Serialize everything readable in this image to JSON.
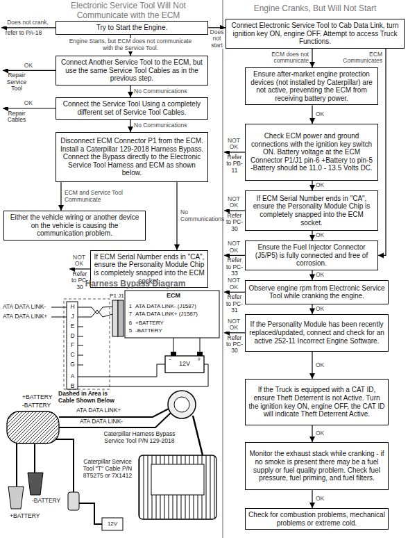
{
  "diagram": {
    "nodes": [
      {
        "text": [
          "Try to Start the Engine."
        ]
      },
      {
        "text": [
          "refer to PA-18"
        ]
      },
      {
        "text": [
          "Connect Another Service Tool to the ECM, but use the same Service Tool Cables as in the previous step."
        ]
      },
      {
        "text": [
          "Repair Service Tool"
        ]
      },
      {
        "text": [
          "Connect the Service Tool Using a completely different set of Service Tool Cables."
        ]
      },
      {
        "text": [
          "Repair Cables"
        ]
      },
      {
        "text": [
          "Disconnect ECM Connector P1 from the ECM. Install a Caterpillar 129-2018 Harness Bypass. Connect the Bypass directly to the Electronic Service Tool Harness and ECM as shown below."
        ]
      },
      {
        "text": [
          "Either the vehicle wiring or another device on the vehicle is causing the communication problem."
        ]
      },
      {
        "text": [
          "If ECM Serial Number ends in \"CA\", ensure the Personality Module Chip is completely snapped into the ECM socket."
        ]
      },
      {
        "text": [
          "Refer to PC-30"
        ]
      },
      {
        "text": [
          "Connect Electronic Service Tool to Cab Data Link, turn ignition key ON, engine OFF. Attempt to access Truck Functions."
        ]
      },
      {
        "text": [
          "Ensure after-market engine protection devices (not installed by Caterpillar) are not active, preventing the ECM from receiving battery power."
        ]
      },
      {
        "text": [
          "Check ECM power and ground connections with the ignition key switch ON. Battery voltage at the ECM Connector P1/J1 pin-6 +Battery to pin-5 -Battery should be 11.0 - 13.5 Volts DC."
        ]
      },
      {
        "text": [
          "Refer to PB-11"
        ]
      },
      {
        "text": [
          "If ECM Serial Number ends in \"CA\", ensure the Personality Module Chip is completely snapped into the ECM socket."
        ]
      },
      {
        "text": [
          "Refer to PC-30"
        ]
      },
      {
        "text": [
          "Ensure the Fuel Injector Connector (J5/P5) is fully connected and free of corrosion."
        ]
      },
      {
        "text": [
          "Refer to PC-33"
        ]
      },
      {
        "text": [
          "Observe engine rpm from Electronic Service Tool while cranking the engine."
        ]
      },
      {
        "text": [
          "Refer to PC-31"
        ]
      },
      {
        "text": [
          "If the Personality Module has been recently replaced/updated, connect and check for an active 252-11 Incorrect Engine Software."
        ]
      },
      {
        "text": [
          "Refer to PC-30"
        ]
      },
      {
        "text": [
          "If the Truck is equipped with a CAT ID, ensure Theft Deterrent is not Active. Turn the ignition key ON, engine OFF, the CAT ID will indicate Theft Deterrent Active."
        ]
      },
      {
        "text": [
          "Monitor the exhaust stack while cranking - if no smoke is present there may be a fuel supply or fuel quality problem. Check fuel pressure, fuel priming, and fuel filters."
        ]
      },
      {
        "text": [
          "Check for combustion problems, mechanical problems or extreme cold."
        ]
      }
    ],
    "edges": [
      {
        "from": 0,
        "to": 1,
        "arrow": "to",
        "label": "Does not crank,"
      },
      {
        "from": 0,
        "to": 10,
        "arrow": "to",
        "label": "Does not start"
      },
      {
        "from": 0,
        "to": 2,
        "arrow": "to",
        "label": "Engine Starts, but ECM does not communicate with the Service Tool."
      },
      {
        "from": 2,
        "to": 3,
        "arrow": "to",
        "label": "OK"
      },
      {
        "from": 2,
        "to": 4,
        "arrow": "to",
        "label": "No Communications"
      },
      {
        "from": 4,
        "to": 5,
        "arrow": "to",
        "label": "OK"
      },
      {
        "from": 4,
        "to": 6,
        "arrow": "to",
        "label": "No Communications"
      },
      {
        "from": 6,
        "to": 7,
        "arrow": "to",
        "label": "ECM and Service Tool Communicate"
      },
      {
        "from": 6,
        "to": 8,
        "arrow": "to",
        "label": "No Communications"
      },
      {
        "from": 8,
        "to": 9,
        "arrow": "to",
        "label": "NOT OK"
      },
      {
        "from": 10,
        "to": 11,
        "arrow": "to",
        "label": "ECM does not communicate"
      },
      {
        "from": 10,
        "to": 16,
        "arrow": "to",
        "label": "ECM Communicates"
      },
      {
        "from": 11,
        "to": 12,
        "arrow": "to",
        "label": "OK"
      },
      {
        "from": 12,
        "to": 13,
        "arrow": "to",
        "label": "NOT OK"
      },
      {
        "from": 12,
        "to": 14,
        "arrow": "to",
        "label": "OK"
      },
      {
        "from": 14,
        "to": 15,
        "arrow": "to",
        "label": "NOT OK"
      },
      {
        "from": 14,
        "to": 16,
        "arrow": "to",
        "label": "OK"
      },
      {
        "from": 16,
        "to": 17,
        "arrow": "to",
        "label": "NOT OK"
      },
      {
        "from": 16,
        "to": 18,
        "arrow": "to",
        "label": "OK"
      },
      {
        "from": 18,
        "to": 19,
        "arrow": "to",
        "label": "NOT OK"
      },
      {
        "from": 18,
        "to": 20,
        "arrow": "to",
        "label": "OK"
      },
      {
        "from": 20,
        "to": 21,
        "arrow": "to",
        "label": "NOT OK"
      },
      {
        "from": 20,
        "to": 22,
        "arrow": "to",
        "label": "OK"
      },
      {
        "from": 22,
        "to": 23,
        "arrow": "to",
        "label": "OK"
      },
      {
        "from": 23,
        "to": 24,
        "arrow": "to",
        "label": "OK"
      }
    ],
    "labels": [
      "Electronic Service Tool Will Not Communicate with the ECM",
      "Engine Cranks, But Will Not Start",
      "Harness Bypass Diagram",
      "ATA DATA LINK-",
      "ATA DATA LINK+",
      "H",
      "J",
      "E",
      "D",
      "F",
      "C",
      "G",
      "A",
      "B",
      "P1",
      "J1",
      "ECM",
      "1",
      "7",
      "6",
      "5",
      "ATA DATA LINK- (J1587)",
      "ATA DATA LINK+ (J1587)",
      "+BATTERY",
      "-BATTERY",
      "-",
      "12V",
      "+",
      "+BATTERY",
      "-BATTERY",
      "Dashed in Area is Cable Shown Below",
      "ATA DATA LINK+",
      "ATA DATA LINK-",
      "Caterpillar Harness Bypass Service Tool P/N 129-2018",
      "Caterpillar Service Tool \"T\" Cable P/N 8T5275 or 7X1412",
      "-BATTERY",
      "+BATTERY",
      "12V"
    ]
  }
}
